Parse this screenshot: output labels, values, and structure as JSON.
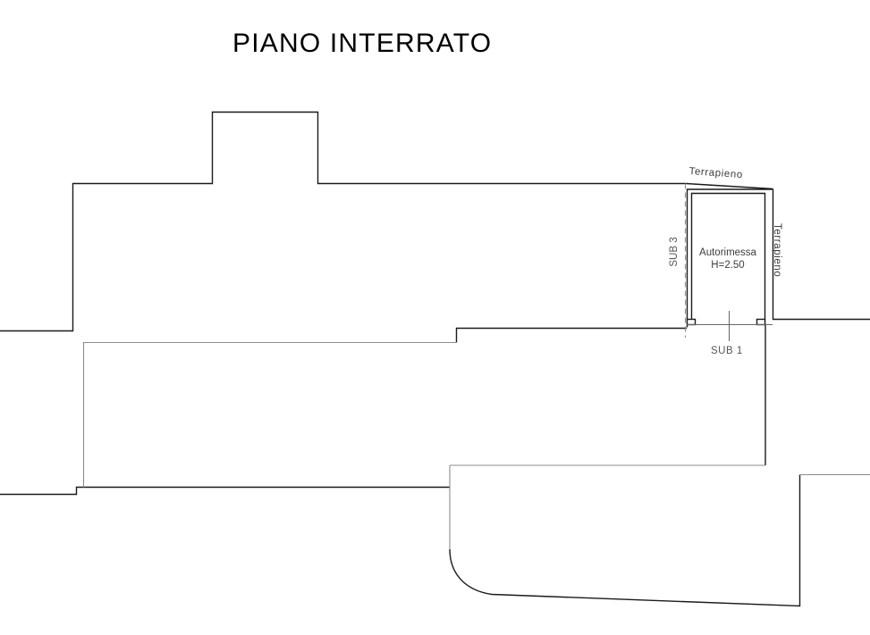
{
  "title": "PIANO INTERRATO",
  "labels": {
    "terrapieno_top": "Terrapieno",
    "terrapieno_right": "Terrapieno",
    "sub3": "SUB 3",
    "room_name": "Autorimessa",
    "room_height": "H=2.50",
    "sub1": "SUB 1"
  },
  "colors": {
    "line_dark": "#1a1a1a",
    "line_light": "#8c8c8c",
    "line_leader": "#666666",
    "text": "#3c3c3c",
    "background": "#ffffff"
  }
}
